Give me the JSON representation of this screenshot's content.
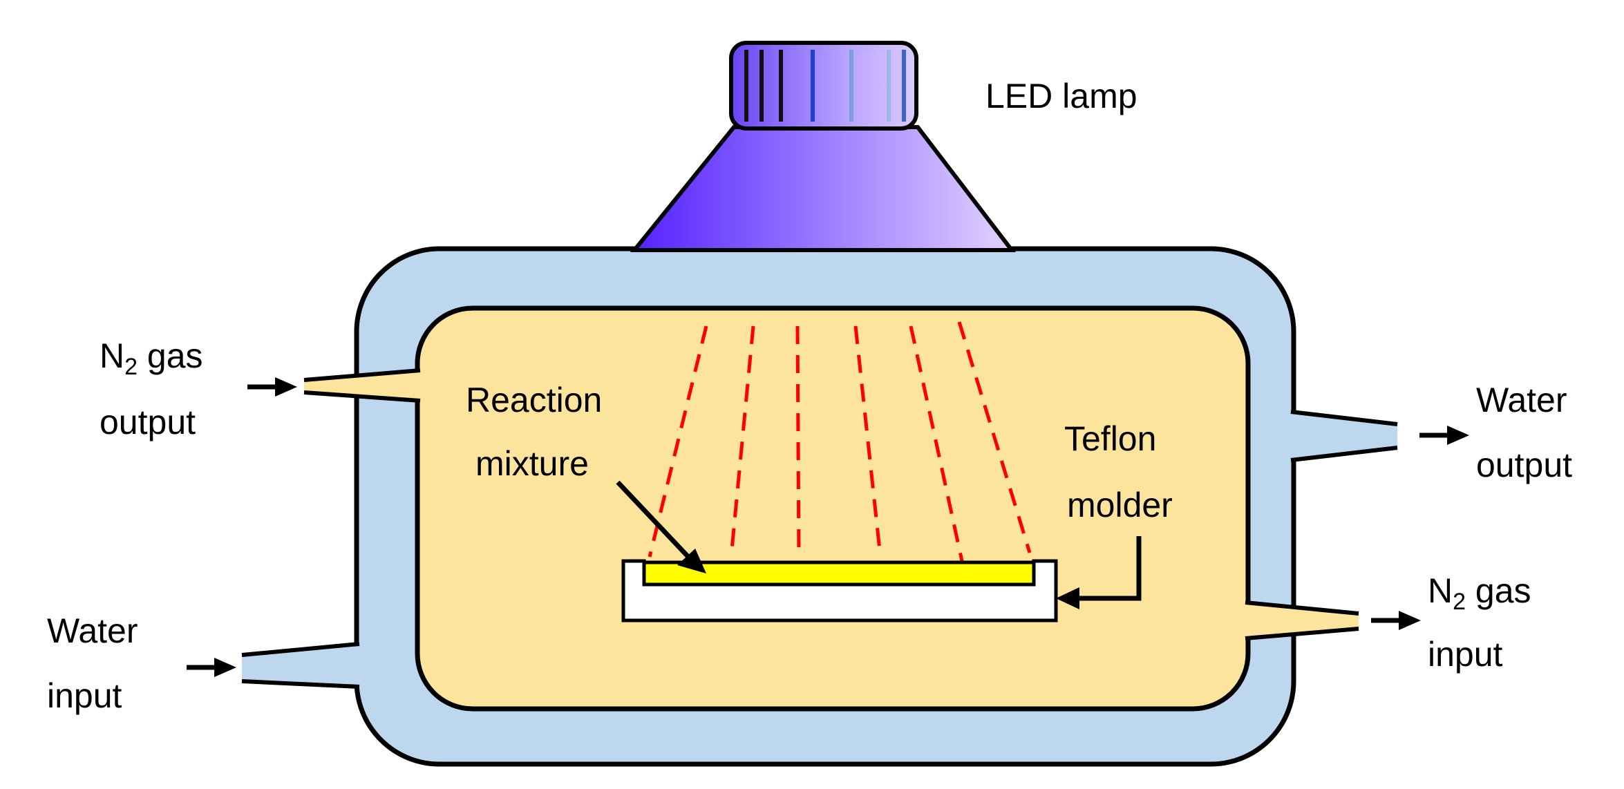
{
  "labels": {
    "led_lamp": "LED lamp",
    "reaction_mixture_line1": "Reaction",
    "reaction_mixture_line2": "mixture",
    "teflon_line1": "Teflon",
    "teflon_line2": "molder",
    "water_output_line1": "Water",
    "water_output_line2": "output",
    "water_input_line1": "Water",
    "water_input_line2": "input",
    "n2_output_prefix": "N",
    "n2_output_sub": "2",
    "n2_output_suffix": " gas",
    "n2_output_line2": "output",
    "n2_input_prefix": "N",
    "n2_input_sub": "2",
    "n2_input_suffix": " gas",
    "n2_input_line2": "input"
  },
  "colors": {
    "jacket": "#bdd7ee",
    "chamber": "#fde49d",
    "mixture": "#ffff00",
    "light_rays": "#ff0000",
    "lamp_dark": "#6633ff",
    "lamp_light": "#e0ccff",
    "outline": "#000000"
  }
}
